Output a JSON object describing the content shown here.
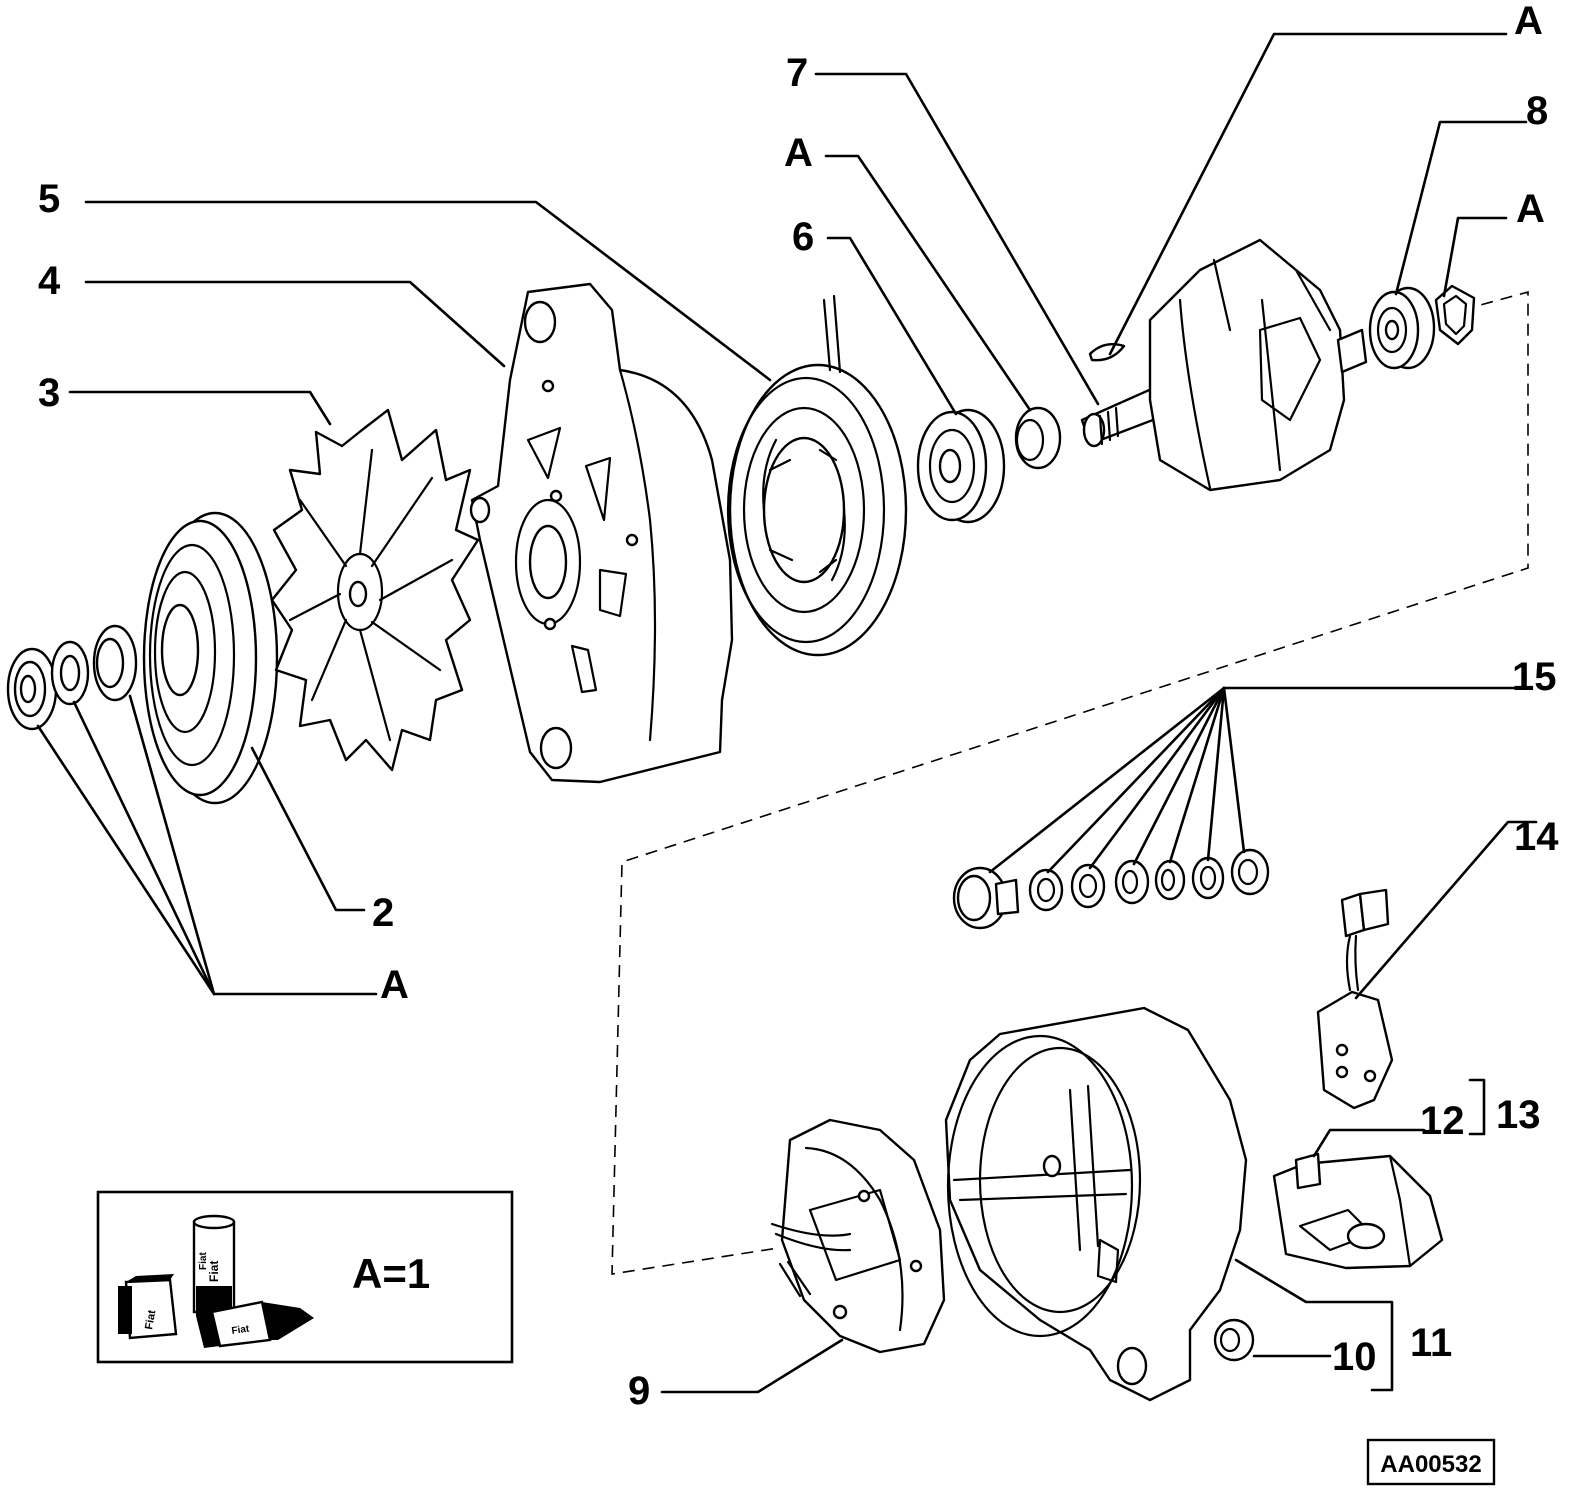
{
  "callouts": {
    "c2": "2",
    "c3": "3",
    "c4": "4",
    "c5": "5",
    "c6": "6",
    "c7": "7",
    "c8": "8",
    "c9": "9",
    "c10": "10",
    "c11": "11",
    "c12": "12",
    "c13": "13",
    "c14": "14",
    "c15": "15",
    "a_top": "A",
    "a_upper_mid": "A",
    "a_right": "A",
    "a_bottom_left": "A"
  },
  "legend": {
    "formula": "A=1",
    "can_label_1": "Fiat",
    "can_label_2": "Fiat",
    "tube_label": "Fiat",
    "pack_label": "Fiat"
  },
  "reference_code": "AA00532"
}
